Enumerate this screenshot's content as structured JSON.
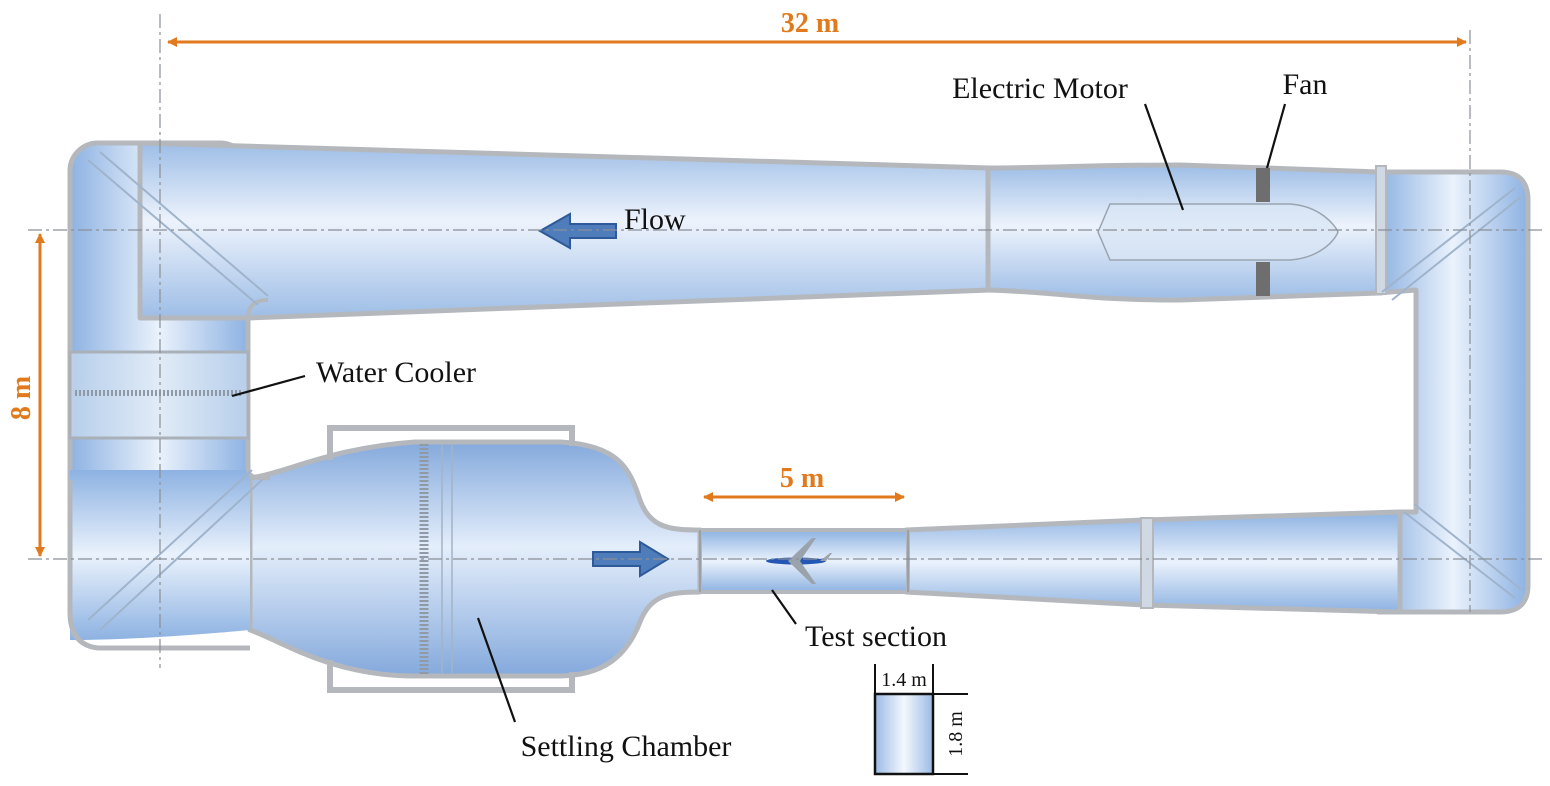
{
  "dimensions": {
    "overall_length": "32 m",
    "overall_width": "8 m",
    "test_section_length": "5 m",
    "cross_section_width": "1.4 m",
    "cross_section_height": "1.8 m"
  },
  "labels": {
    "flow": "Flow",
    "electric_motor": "Electric Motor",
    "fan": "Fan",
    "water_cooler": "Water Cooler",
    "test_section": "Test section",
    "settling_chamber": "Settling Chamber"
  },
  "colors": {
    "dimension_accent": "#e07a1c",
    "duct_fill": "#c9dcf4",
    "duct_dark": "#8cb0e0",
    "duct_wall": "#b4b8bd",
    "flow_arrow": "#3f6fae"
  }
}
